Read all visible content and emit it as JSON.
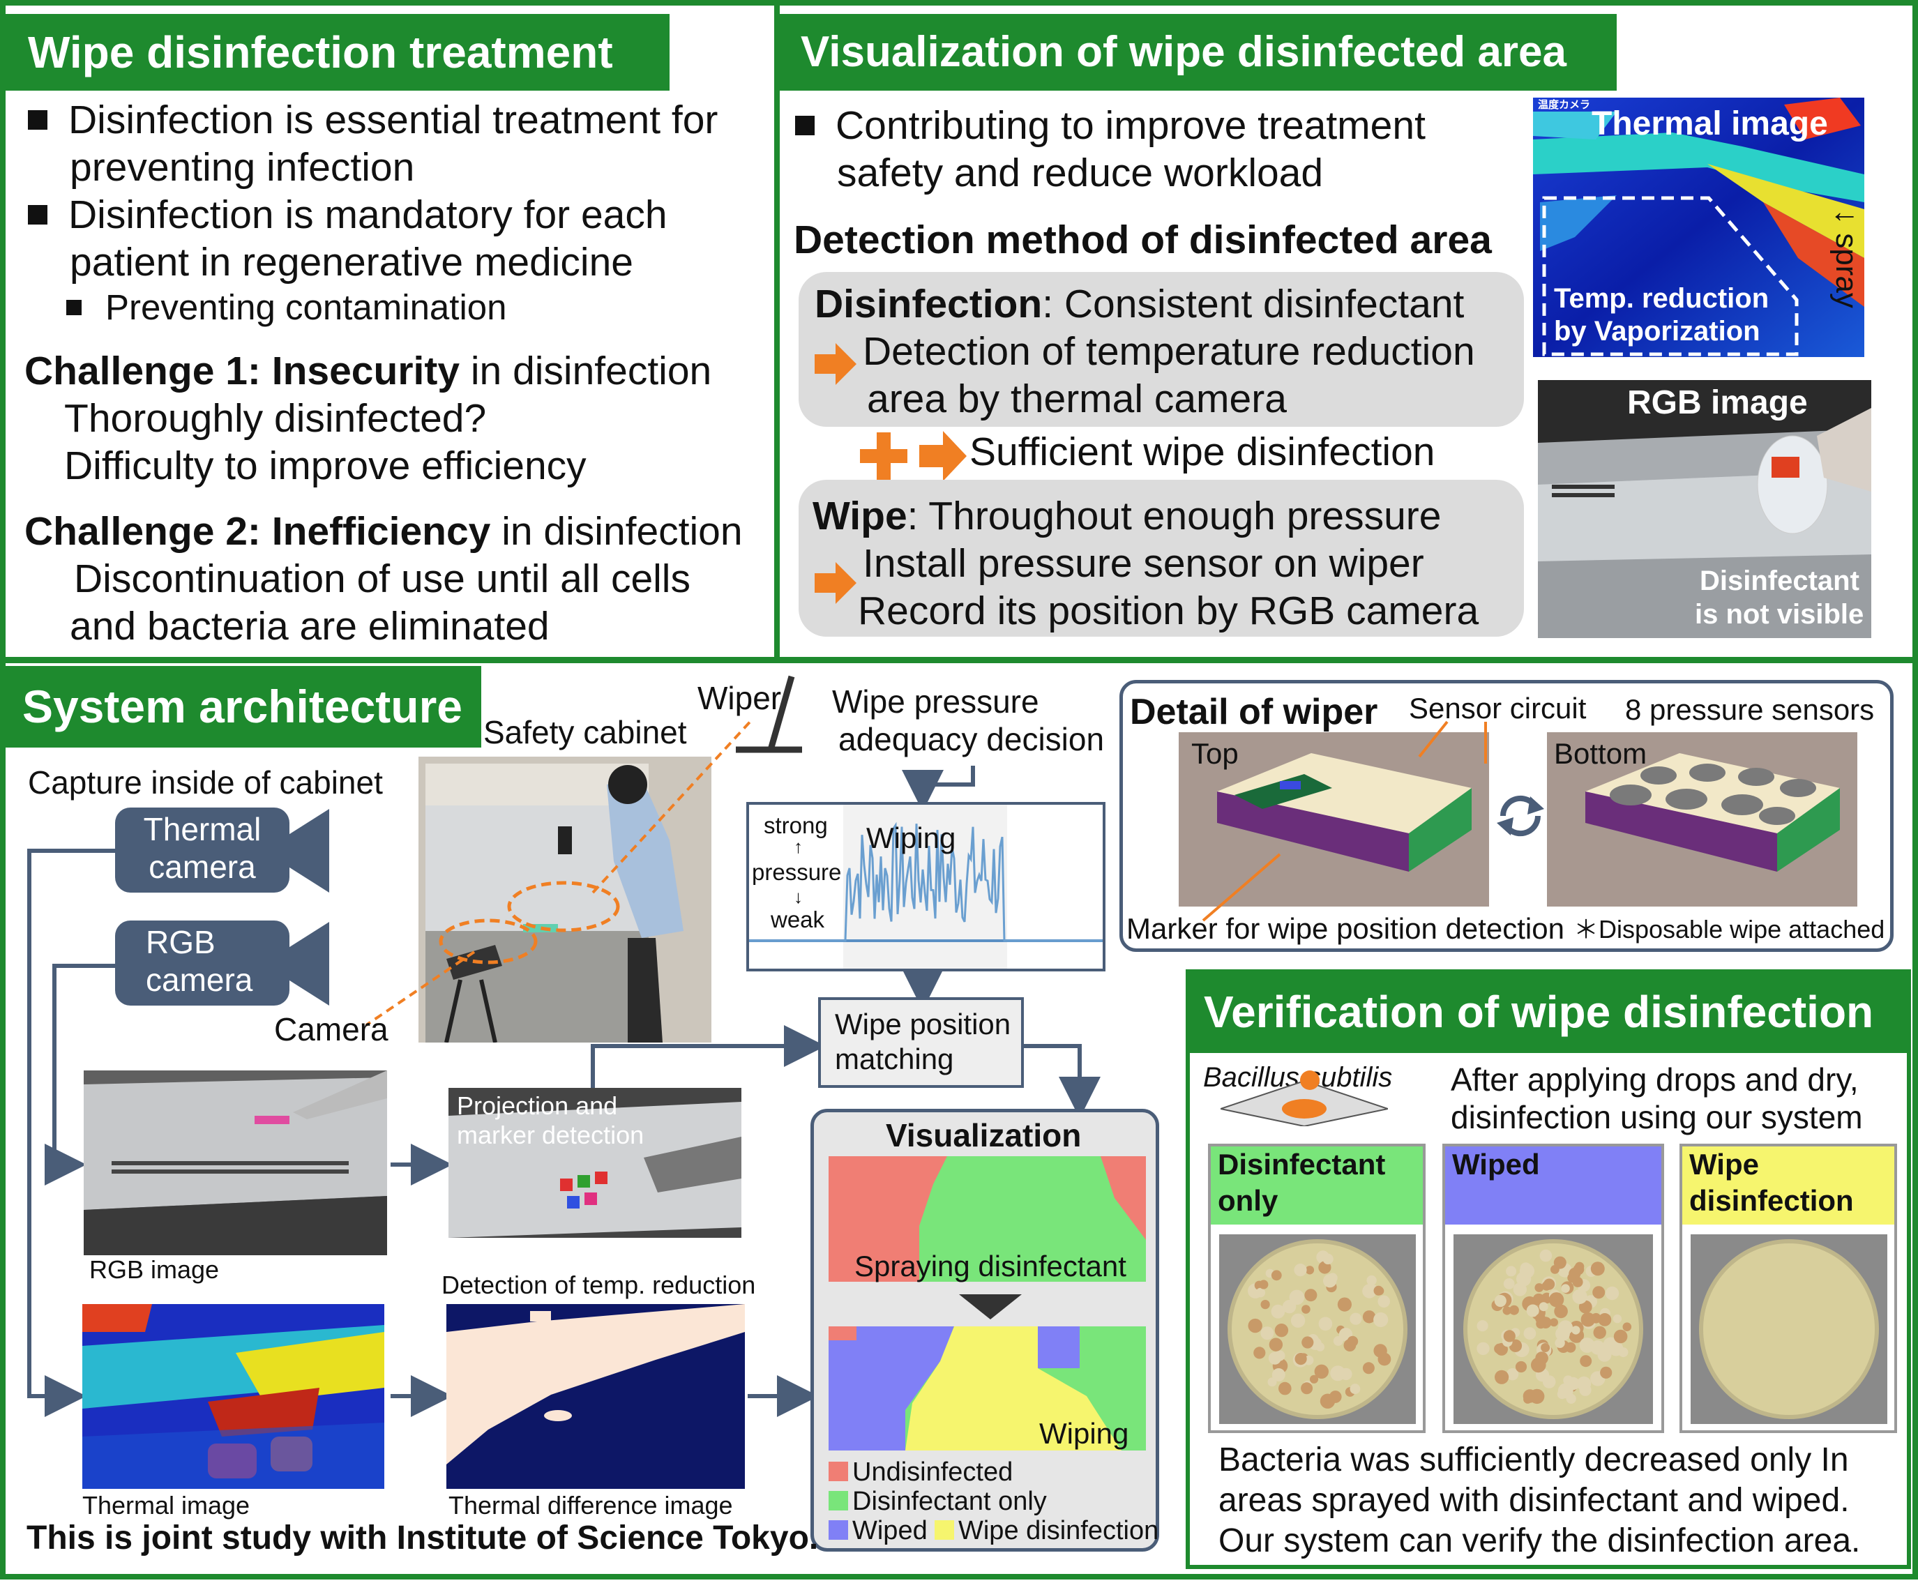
{
  "wipe_panel": {
    "title": "Wipe disinfection treatment",
    "bullet1_l1": "Disinfection is essential treatment for",
    "bullet1_l2": "preventing infection",
    "bullet2_l1": "Disinfection is mandatory for each",
    "bullet2_l2": "patient in  regenerative medicine",
    "sub_bullet": "Preventing contamination",
    "challenge1_prefix": "Challenge 1: ",
    "challenge1_bold": "Insecurity",
    "challenge1_rest": " in disinfection",
    "challenge1_l1": "Thoroughly disinfected?",
    "challenge1_l2": "Difficulty to improve efficiency",
    "challenge2_prefix": "Challenge 2: ",
    "challenge2_bold": "Inefficiency",
    "challenge2_rest": " in disinfection",
    "challenge2_l1": "Discontinuation of use until all cells",
    "challenge2_l2": "and bacteria are eliminated"
  },
  "viz_panel": {
    "title": "Visualization of wipe disinfected area",
    "bullet_l1": "Contributing to improve treatment",
    "bullet_l2": "safety and reduce workload",
    "method_title": "Detection method of disinfected area",
    "dis_bold": "Disinfection",
    "dis_rest": ": Consistent disinfectant",
    "dis_l1": "Detection of temperature reduction",
    "dis_l2": "area by thermal camera",
    "sufficient": "Sufficient wipe disinfection",
    "wipe_bold": "Wipe",
    "wipe_rest": ": Throughout enough pressure",
    "wipe_l1": "Install pressure sensor on wiper",
    "wipe_l2": "Record its position by RGB camera",
    "thermal_label": "Thermal image",
    "thermal_jp": "温度カメラ",
    "temp_l1": "Temp. reduction",
    "temp_l2": "by Vaporization",
    "spray": "↓ spray",
    "rgb_label": "RGB image",
    "not_visible_l1": "Disinfectant",
    "not_visible_l2": "is not visible"
  },
  "arch": {
    "title": "System architecture",
    "wiper": "Wiper",
    "safety_cabinet": "Safety cabinet",
    "capture": "Capture inside of cabinet",
    "thermal_cam_l1": "Thermal",
    "thermal_cam_l2": "camera",
    "rgb_cam_l1": "RGB",
    "rgb_cam_l2": "camera",
    "camera": "Camera",
    "pressure_decision_l1": "Wipe pressure",
    "pressure_decision_l2": "adequacy decision",
    "strong": "strong",
    "up": "↑",
    "pressure": "pressure",
    "down": "↓",
    "weak": "weak",
    "wiping": "Wiping",
    "matching_l1": "Wipe position",
    "matching_l2": "matching",
    "projection_l1": "Projection and",
    "projection_l2": "marker detection",
    "rgb_image": "RGB image",
    "detection_temp": "Detection of temp. reduction",
    "thermal_image": "Thermal image",
    "thermal_diff": "Thermal difference image",
    "visualization": "Visualization",
    "spraying": "Spraying disinfectant",
    "wiping_viz": "Wiping",
    "legend": {
      "undisinfected": "Undisinfected",
      "dis_only": "Disinfectant only",
      "wiped": "Wiped",
      "wipe_dis": "Wipe disinfection"
    },
    "joint": "This is joint study with Institute of Science Tokyo."
  },
  "wiper": {
    "title": "Detail of wiper",
    "sensor_circuit": "Sensor circuit",
    "sensors": "8 pressure sensors",
    "top": "Top",
    "bottom": "Bottom",
    "marker": "Marker for wipe position detection",
    "disposable": "＊Disposable wipe attached"
  },
  "verify": {
    "title": "Verification of wipe disinfection",
    "bacillus": "Bacillus subtilis",
    "after_l1": "After applying drops and dry,",
    "after_l2": "disinfection using our system",
    "col1_l1": "Disinfectant",
    "col1_l2": "only",
    "col2": "Wiped",
    "col3_l1": "Wipe",
    "col3_l2": "disinfection",
    "result_l1": "Bacteria was sufficiently decreased only In",
    "result_l2": "areas sprayed with disinfectant and wiped.",
    "result_l3": "Our system can verify the disinfection area."
  },
  "colors": {
    "green": "#1e8a2e",
    "orange": "#f07f23",
    "slate": "#4a5d78",
    "undisinfected": "#f07e74",
    "dis_only": "#79e57a",
    "wiped": "#8080f6",
    "wipe_dis": "#f6f56e"
  }
}
